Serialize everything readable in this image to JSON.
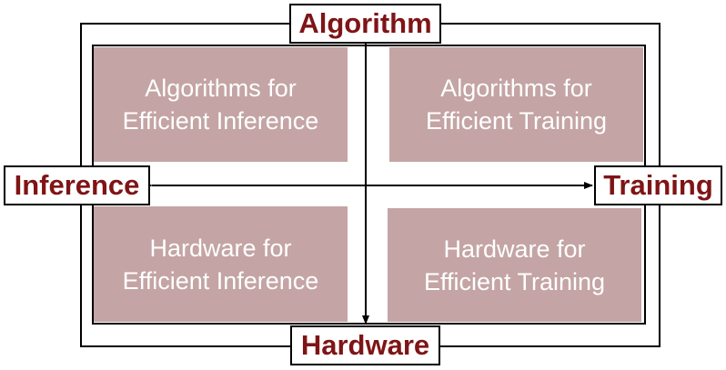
{
  "axes": {
    "top": "Algorithm",
    "bottom": "Hardware",
    "left": "Inference",
    "right": "Training"
  },
  "quadrants": {
    "top_left": {
      "line1": "Algorithms for",
      "line2": "Efficient Inference"
    },
    "top_right": {
      "line1": "Algorithms for",
      "line2": "Efficient Training"
    },
    "bottom_left": {
      "line1": "Hardware for",
      "line2": "Efficient Inference"
    },
    "bottom_right": {
      "line1": "Hardware for",
      "line2": "Efficient Training"
    }
  },
  "colors": {
    "quadrant_fill": "#c4a4a4",
    "quadrant_text": "#ffffff",
    "axis_label_text": "#7f1416",
    "lines": "#000000"
  }
}
